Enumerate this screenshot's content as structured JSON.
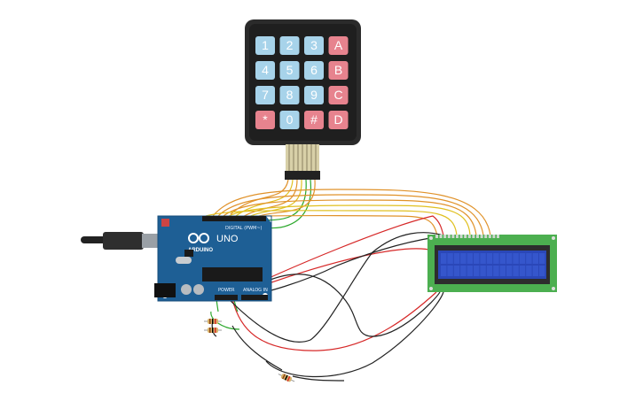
{
  "keypad": {
    "keys": [
      {
        "label": "1",
        "kind": "digit"
      },
      {
        "label": "2",
        "kind": "digit"
      },
      {
        "label": "3",
        "kind": "digit"
      },
      {
        "label": "A",
        "kind": "letter"
      },
      {
        "label": "4",
        "kind": "digit"
      },
      {
        "label": "5",
        "kind": "digit"
      },
      {
        "label": "6",
        "kind": "digit"
      },
      {
        "label": "B",
        "kind": "letter"
      },
      {
        "label": "7",
        "kind": "digit"
      },
      {
        "label": "8",
        "kind": "digit"
      },
      {
        "label": "9",
        "kind": "digit"
      },
      {
        "label": "C",
        "kind": "letter"
      },
      {
        "label": "*",
        "kind": "symbol"
      },
      {
        "label": "0",
        "kind": "digit"
      },
      {
        "label": "#",
        "kind": "symbol"
      },
      {
        "label": "D",
        "kind": "letter"
      }
    ]
  },
  "arduino": {
    "brand": "ARDUINO",
    "model": "UNO",
    "header_digital": "DIGITAL (PWM~)",
    "header_power": "POWER",
    "header_analog": "ANALOG IN"
  },
  "colors": {
    "key_digit": "#a7d3ea",
    "key_letter": "#e7838e",
    "keypad_body": "#2b2b2b",
    "board": "#1e5f95",
    "lcd_pcb": "#4caf50",
    "lcd_screen": "#2a47b8",
    "wire_orange": "#e0922a",
    "wire_yellow": "#e0c020",
    "wire_green": "#2ca82c",
    "wire_red": "#d62828",
    "wire_black": "#222222"
  }
}
